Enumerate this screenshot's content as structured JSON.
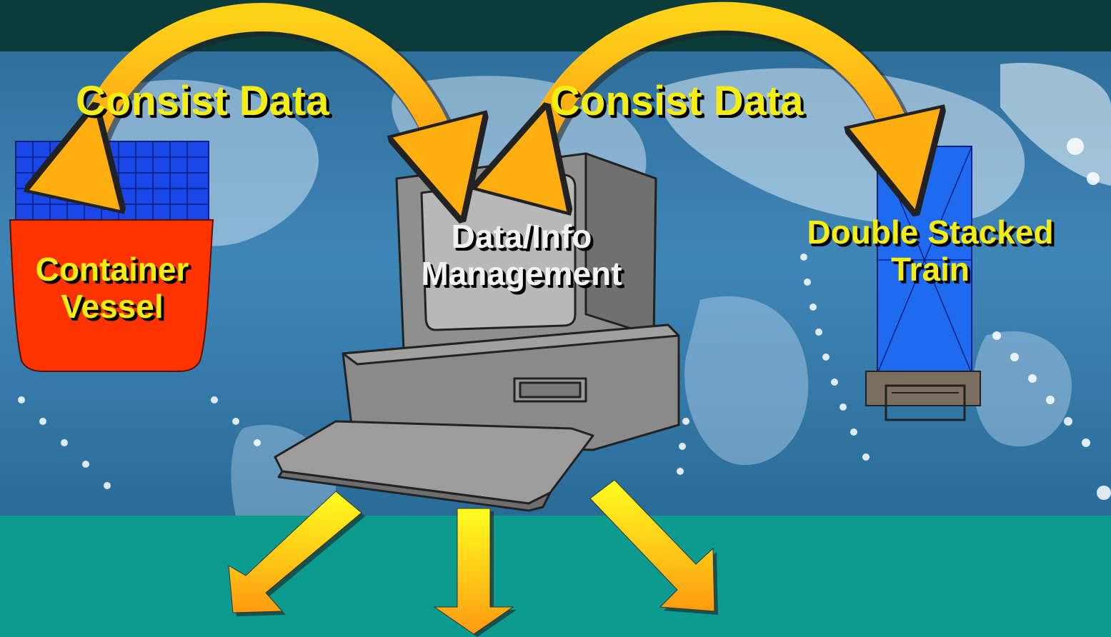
{
  "labels": {
    "consist_left": "Consist Data",
    "consist_right": "Consist Data",
    "vessel_line1": "Container",
    "vessel_line2": "Vessel",
    "computer_line1": "Data/Info",
    "computer_line2": "Management",
    "train_line1": "Double Stacked",
    "train_line2": "Train"
  },
  "colors": {
    "top_band": "#0b3b3a",
    "bottom_band": "#0d9a8f",
    "label_yellow": "#f4ee10",
    "label_white": "#f2f2f2",
    "vessel_hull": "#ff3300",
    "container_grid": "#1a46e8",
    "train_car": "#1e6bf0",
    "computer_gray": "#8f8f8f"
  },
  "icons": [
    "world-map-background",
    "container-vessel-icon",
    "computer-icon",
    "double-stacked-train-icon",
    "curved-arrow",
    "down-arrow"
  ]
}
